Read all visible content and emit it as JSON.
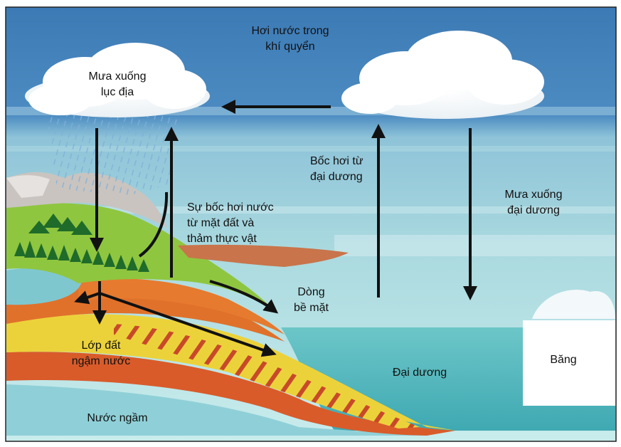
{
  "labels": {
    "atmosphere_line1": "Hơi nước trong",
    "atmosphere_line2": "khí quyển",
    "rain_land_line1": "Mưa xuống",
    "rain_land_line2": "lục địa",
    "evap_land_line1": "Sự bốc hơi nước",
    "evap_land_line2": "từ mặt đất và",
    "evap_land_line3": "thảm thực vật",
    "evap_ocean_line1": "Bốc hơi từ",
    "evap_ocean_line2": "đại dương",
    "rain_ocean_line1": "Mưa xuống",
    "rain_ocean_line2": "đại dương",
    "surface_flow_line1": "Dòng",
    "surface_flow_line2": "bề mặt",
    "aquifer_line1": "Lớp đất",
    "aquifer_line2": "ngậm nước",
    "ocean": "Đại dương",
    "ice": "Băng",
    "groundwater": "Nước ngầm"
  },
  "colors": {
    "sky_top": "#3f7fb8",
    "sky_band": "#6fa6cf",
    "sky_low": "#a9d6df",
    "ocean": "#5bbcc0",
    "land_green": "#8fc63f",
    "soil_orange": "#e0712b",
    "soil_yellow": "#ecd23a",
    "soil_red": "#c8492a",
    "groundwater": "#8fd0d8",
    "arrow": "#111111"
  }
}
